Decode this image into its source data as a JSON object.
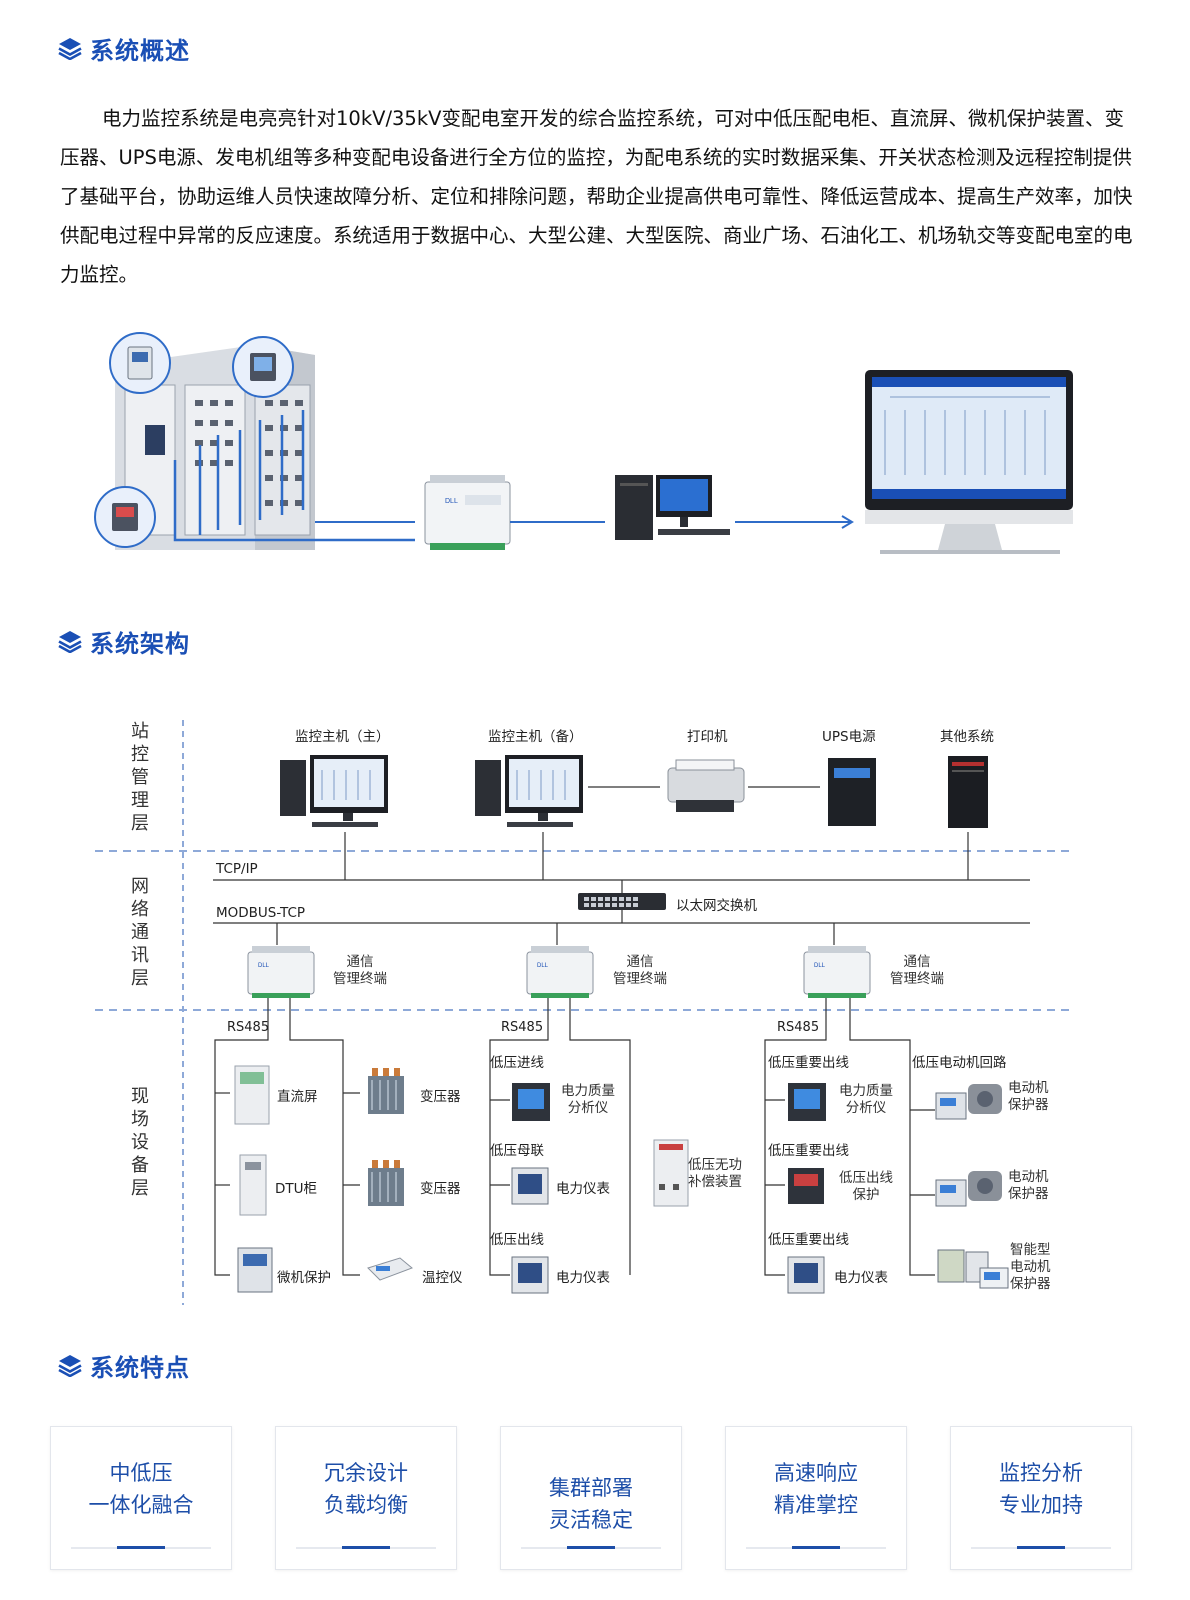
{
  "sections": {
    "overview": "系统概述",
    "architecture": "系统架构",
    "features": "系统特点"
  },
  "intro": "电力监控系统是电亮亮针对10kV/35kV变配电室开发的综合监控系统，可对中低压配电柜、直流屏、微机保护装置、变压器、UPS电源、发电机组等多种变配电设备进行全方位的监控，为配电系统的实时数据采集、开关状态检测及远程控制提供了基础平台，协助运维人员快速故障分析、定位和排除问题，帮助企业提高供电可靠性、降低运营成本、提高生产效率，加快供配电过程中异常的反应速度。系统适用于数据中心、大型公建、大型医院、商业广场、石油化工、机场轨交等变配电室的电力监控。",
  "layers": {
    "station": "站控管理层",
    "network": "网络通讯层",
    "field": "现场设备层"
  },
  "station": {
    "host_main": "监控主机（主）",
    "host_backup": "监控主机（备）",
    "printer": "打印机",
    "ups": "UPS电源",
    "other": "其他系统"
  },
  "network": {
    "tcpip": "TCP/IP",
    "modbus": "MODBUS-TCP",
    "switch": "以太网交换机",
    "terminal": "通信\n管理终端",
    "rs485": "RS485"
  },
  "field": {
    "dc_panel": "直流屏",
    "dtu": "DTU柜",
    "micro_protect": "微机保护",
    "transformer": "变压器",
    "temp_ctrl": "温控仪",
    "lv_incoming": "低压进线",
    "pq_analyzer": "电力质量\n分析仪",
    "lv_bus_tie": "低压母联",
    "power_meter": "电力仪表",
    "lv_outgoing": "低压出线",
    "var_comp": "低压无功\n补偿装置",
    "lv_key_out": "低压重要出线",
    "lv_out_protect": "低压出线\n保护",
    "lv_motor": "低压电动机回路",
    "motor_protect": "电动机\n保护器",
    "smart_motor_protect": "智能型\n电动机\n保护器"
  },
  "features": [
    {
      "line1": "中低压",
      "line2": "一体化融合"
    },
    {
      "line1": "冗余设计",
      "line2": "负载均衡"
    },
    {
      "line1": "集群部署",
      "line2": "灵活稳定"
    },
    {
      "line1": "高速响应",
      "line2": "精准掌控"
    },
    {
      "line1": "监控分析",
      "line2": "专业加持"
    }
  ],
  "colors": {
    "accent": "#1a4fb5",
    "line_blue": "#2f6cc8",
    "divider": "#8ea9d8"
  }
}
